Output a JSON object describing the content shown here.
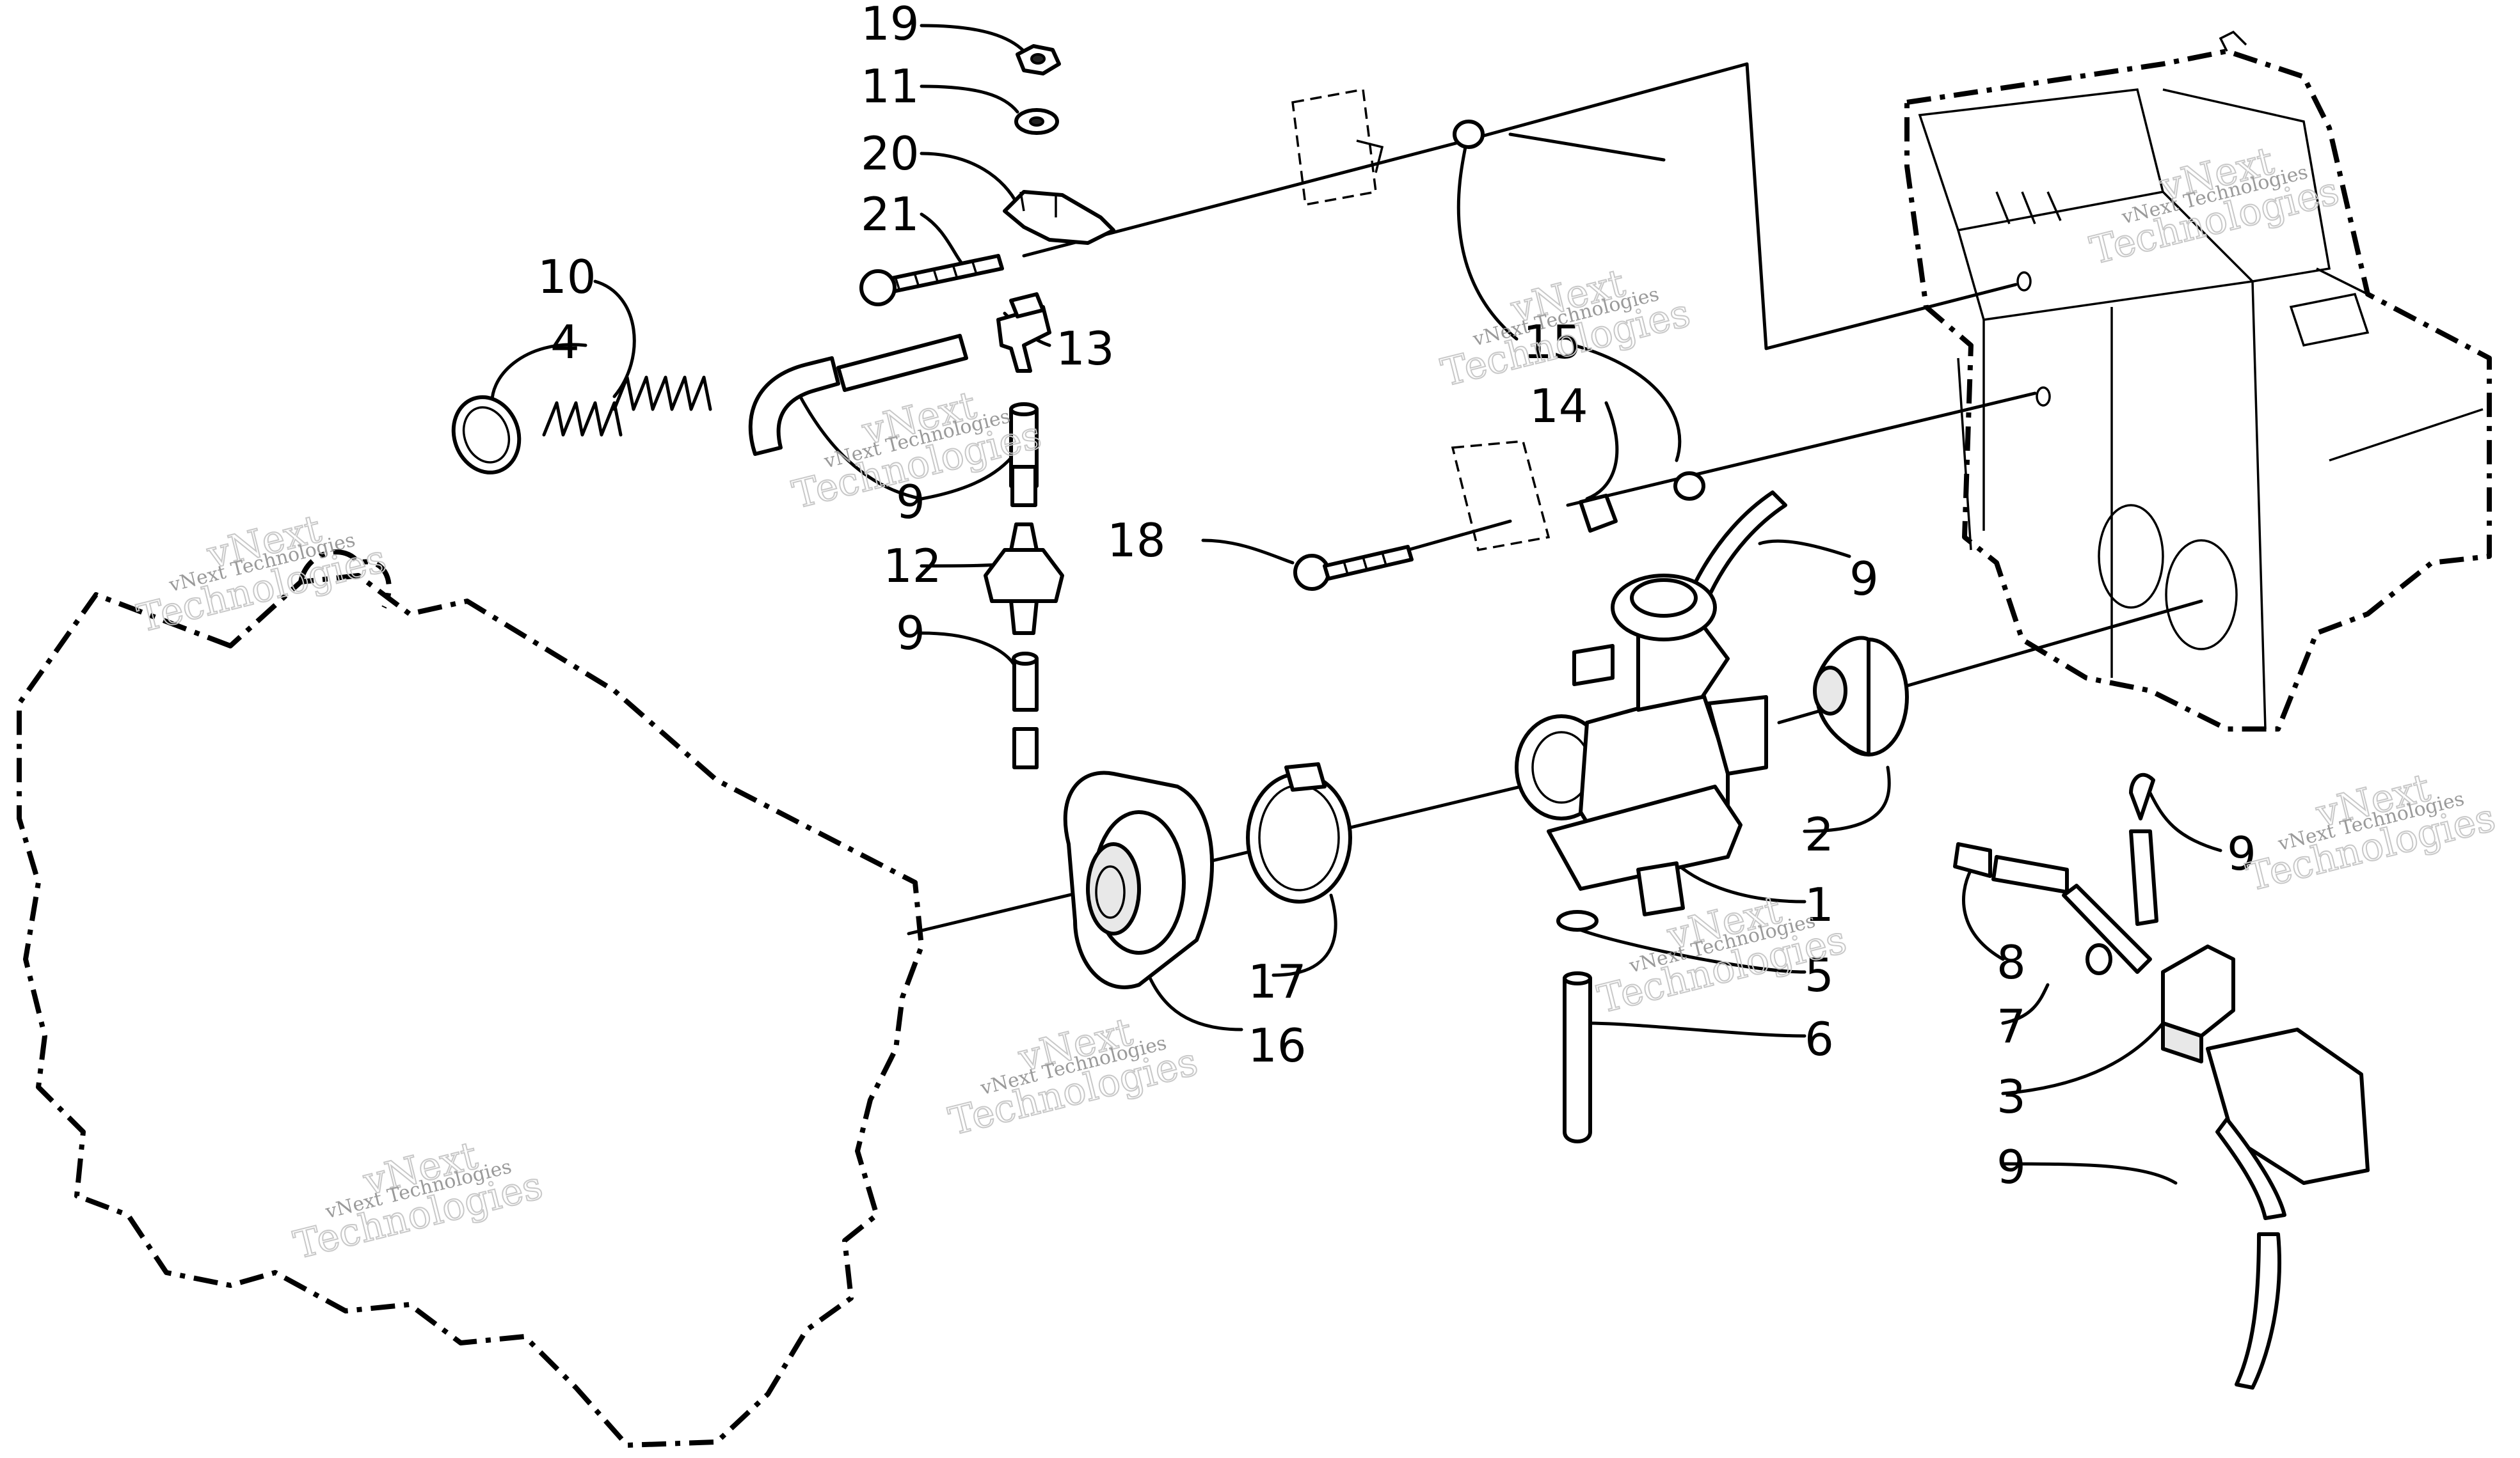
{
  "callouts": {
    "c1": "1",
    "c2": "2",
    "c3": "3",
    "c4": "4",
    "c5": "5",
    "c6": "6",
    "c7": "7",
    "c8": "8",
    "c9a": "9",
    "c9b": "9",
    "c9c": "9",
    "c9d": "9",
    "c9e": "9",
    "c10": "10",
    "c11": "11",
    "c12": "12",
    "c13": "13",
    "c14": "14",
    "c15": "15",
    "c16": "16",
    "c17": "17",
    "c18": "18",
    "c19": "19",
    "c20": "20",
    "c21": "21"
  },
  "watermark": {
    "line1": "vNext Technologies",
    "line2": "vNext",
    "line3": "Technologies"
  }
}
